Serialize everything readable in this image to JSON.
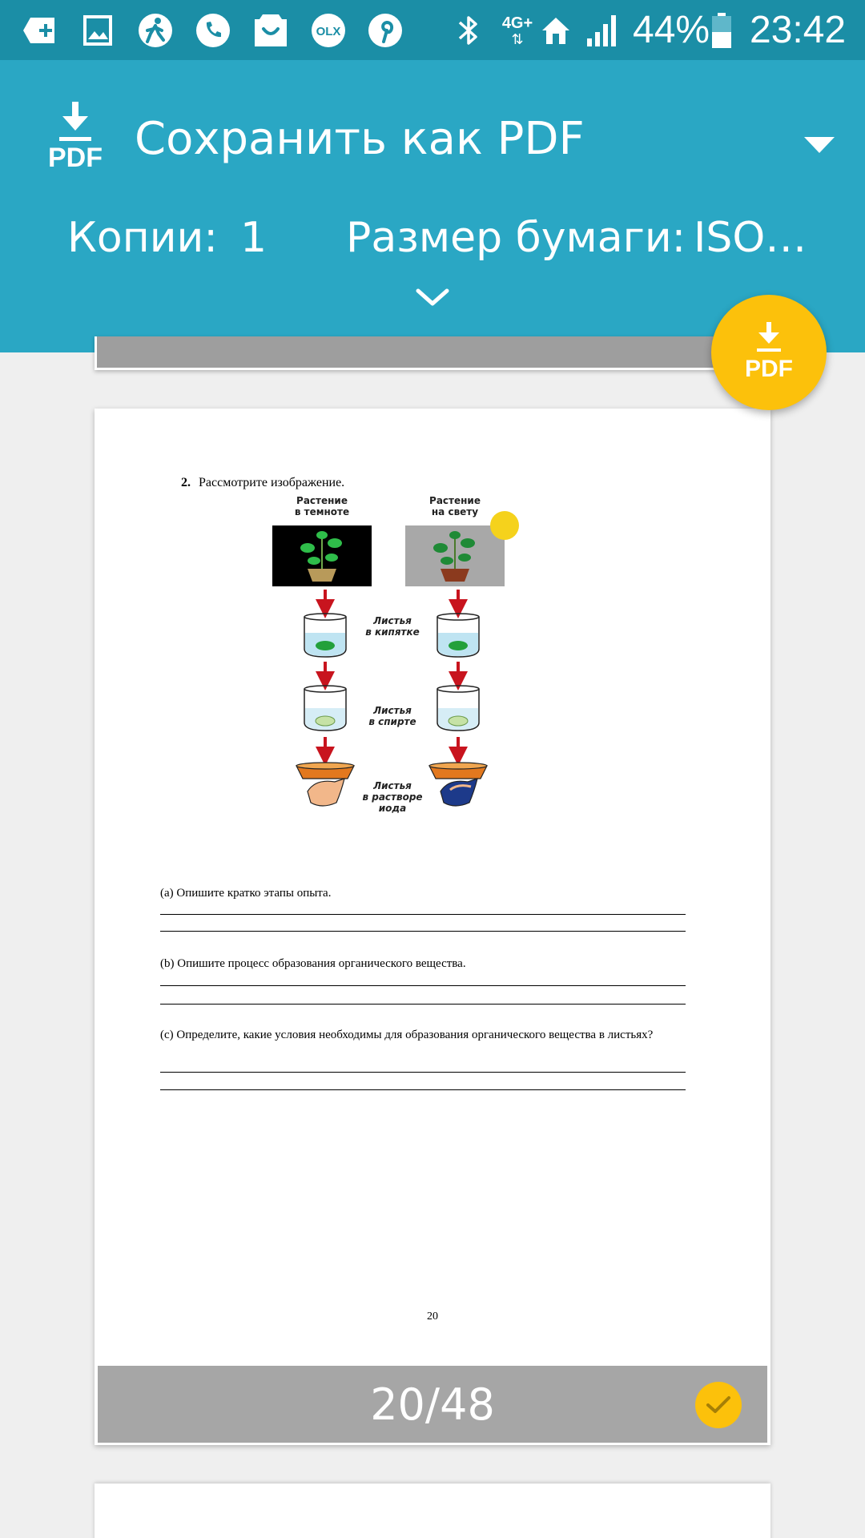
{
  "status_bar": {
    "battery": "44%",
    "time": "23:42",
    "network": "4G+",
    "icons": [
      "add-icon",
      "gallery-icon",
      "fitness-icon",
      "phone-icon",
      "shopping-bag-icon",
      "olx-icon",
      "pinterest-icon",
      "bluetooth-icon",
      "home-icon",
      "signal-icon",
      "battery-icon"
    ]
  },
  "olx_label": "OLX",
  "header": {
    "printer_name": "Сохранить как PDF",
    "printer_icon_label": "PDF",
    "copies_label": "Копии:",
    "copies_value": "1",
    "paper_size_label": "Размер бумаги:",
    "paper_size_value": "ISO…"
  },
  "fab": {
    "label": "PDF"
  },
  "document": {
    "question_number": "2.",
    "question_text": "Рассмотрите изображение.",
    "figure_labels": {
      "dark_plant": "Растение\nв темноте",
      "light_plant": "Растение\nна свету",
      "boiling": "Листья\nв кипятке",
      "alcohol": "Листья\nв спирте",
      "iodine": "Листья\nв растворе\nиода"
    },
    "task_a": "(a) Опишите кратко этапы опыта.",
    "task_b": "(b) Опишите процесс образования органического вещества.",
    "task_c": "(c) Определите, какие условия необходимы для образования органического вещества в листьях?",
    "page_number": "20"
  },
  "page_indicator": "20/48",
  "colors": {
    "header": "#2aa7c4",
    "status_bar": "#1b8ea6",
    "accent": "#fcc10b",
    "page_bar": "#a6a6a6"
  }
}
